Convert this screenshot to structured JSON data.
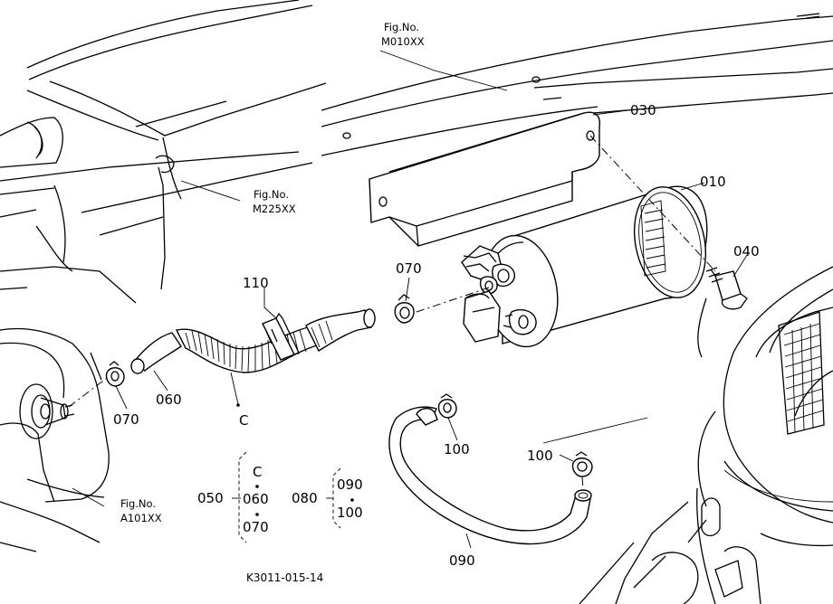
{
  "callouts": {
    "p010": "010",
    "p030": "030",
    "p040": "040",
    "p060": "060",
    "p070a": "070",
    "p070b": "070",
    "p090": "090",
    "p100a": "100",
    "p100b": "100",
    "p110": "110",
    "c_mark": "C"
  },
  "fig_refs": [
    {
      "label": "Fig.No.",
      "code": "M010XX"
    },
    {
      "label": "Fig.No.",
      "code": "M225XX"
    },
    {
      "label": "Fig.No.",
      "code": "A101XX"
    }
  ],
  "assemblies": {
    "a050": {
      "parent": "050",
      "items": [
        "C",
        "060",
        "070"
      ]
    },
    "a080": {
      "parent": "080",
      "items": [
        "090",
        "100"
      ]
    }
  },
  "drawing_id": "K3011-015-14"
}
